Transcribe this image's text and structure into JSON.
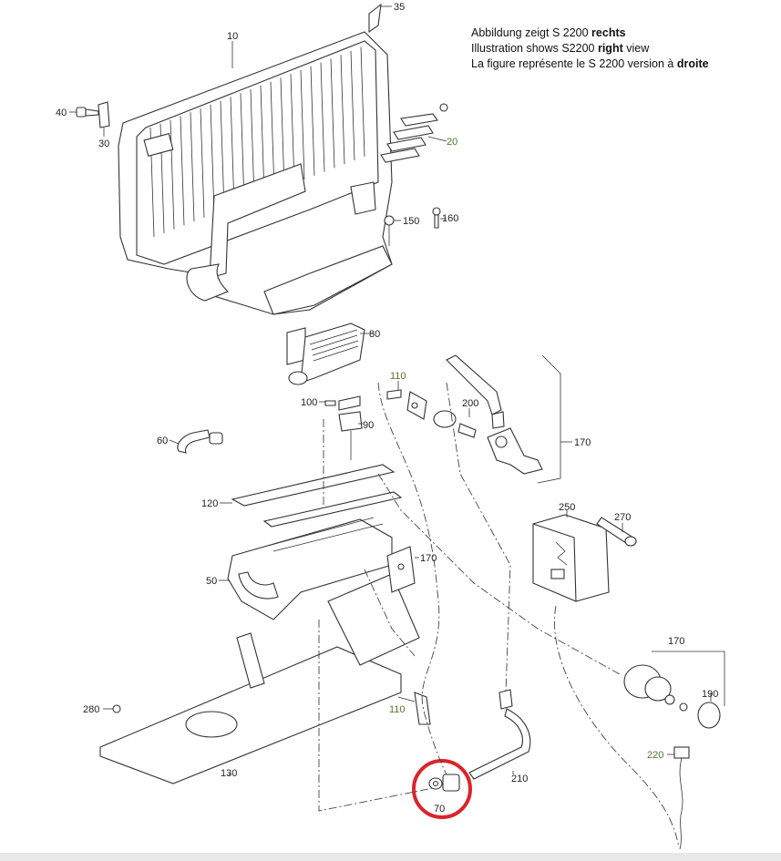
{
  "caption": {
    "de_prefix": "Abbildung zeigt S 2200 ",
    "de_bold": "rechts",
    "en_prefix": "Illustration shows S2200 ",
    "en_bold": "right",
    "en_suffix": " view",
    "fr_prefix": "La figure représente le S 2200 version à ",
    "fr_bold": "droite"
  },
  "parts": {
    "p10": "10",
    "p20": "20",
    "p30": "30",
    "p35": "35",
    "p40": "40",
    "p50": "50",
    "p60": "60",
    "p70": "70",
    "p80": "80",
    "p90": "90",
    "p100": "100",
    "p110a": "110",
    "p110b": "110",
    "p120": "120",
    "p130": "130",
    "p150": "150",
    "p160": "160",
    "p170a": "170",
    "p170b": "170",
    "p170c": "170",
    "p190": "190",
    "p200": "200",
    "p210": "210",
    "p220": "220",
    "p250": "250",
    "p270": "270",
    "p280": "280"
  },
  "colors": {
    "highlight": "#d9252b",
    "green_label": "#4b7a2c",
    "line": "#333333"
  }
}
